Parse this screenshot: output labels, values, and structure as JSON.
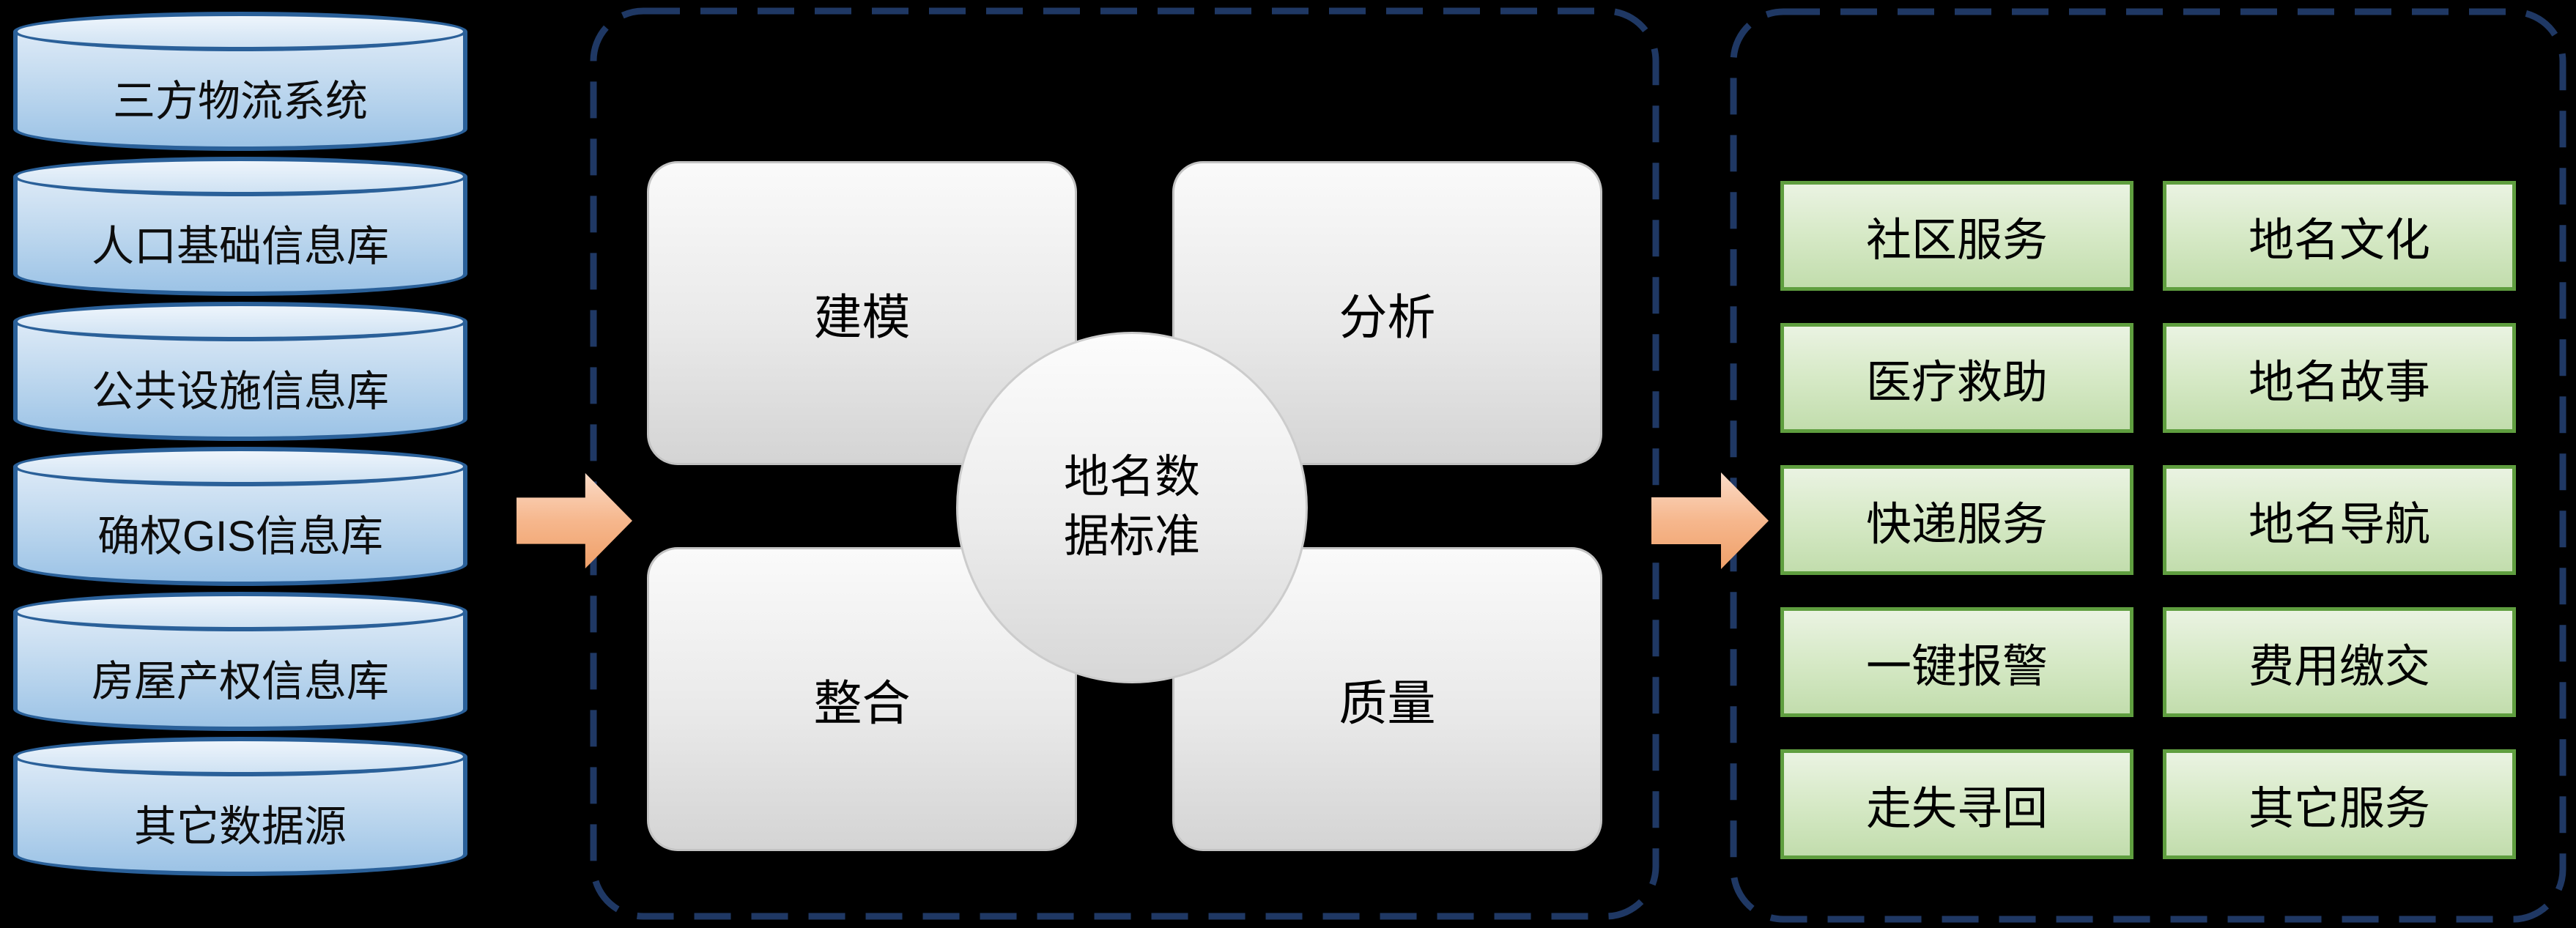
{
  "colors": {
    "background": "#000000",
    "cylinder_fill": "#bdd7ee",
    "cylinder_border": "#2a6099",
    "panel_dash_border": "#1f3864",
    "process_box_fill": "#e9e9e9",
    "circle_fill": "#ececec",
    "service_fill": "#d6e9c6",
    "service_border": "#5f9e3f",
    "arrow_fill": "#f6b78d"
  },
  "sources": {
    "items": [
      {
        "label": "三方物流系统"
      },
      {
        "label": "人口基础信息库"
      },
      {
        "label": "公共设施信息库"
      },
      {
        "label": "确权GIS信息库"
      },
      {
        "label": "房屋产权信息库"
      },
      {
        "label": "其它数据源"
      }
    ]
  },
  "process": {
    "boxes": [
      {
        "label": "建模"
      },
      {
        "label": "分析"
      },
      {
        "label": "整合"
      },
      {
        "label": "质量"
      }
    ],
    "center": {
      "line1": "地名数",
      "line2": "据标准"
    }
  },
  "services": {
    "items": [
      {
        "label": "社区服务"
      },
      {
        "label": "地名文化"
      },
      {
        "label": "医疗救助"
      },
      {
        "label": "地名故事"
      },
      {
        "label": "快递服务"
      },
      {
        "label": "地名导航"
      },
      {
        "label": "一键报警"
      },
      {
        "label": "费用缴交"
      },
      {
        "label": "走失寻回"
      },
      {
        "label": "其它服务"
      }
    ]
  }
}
